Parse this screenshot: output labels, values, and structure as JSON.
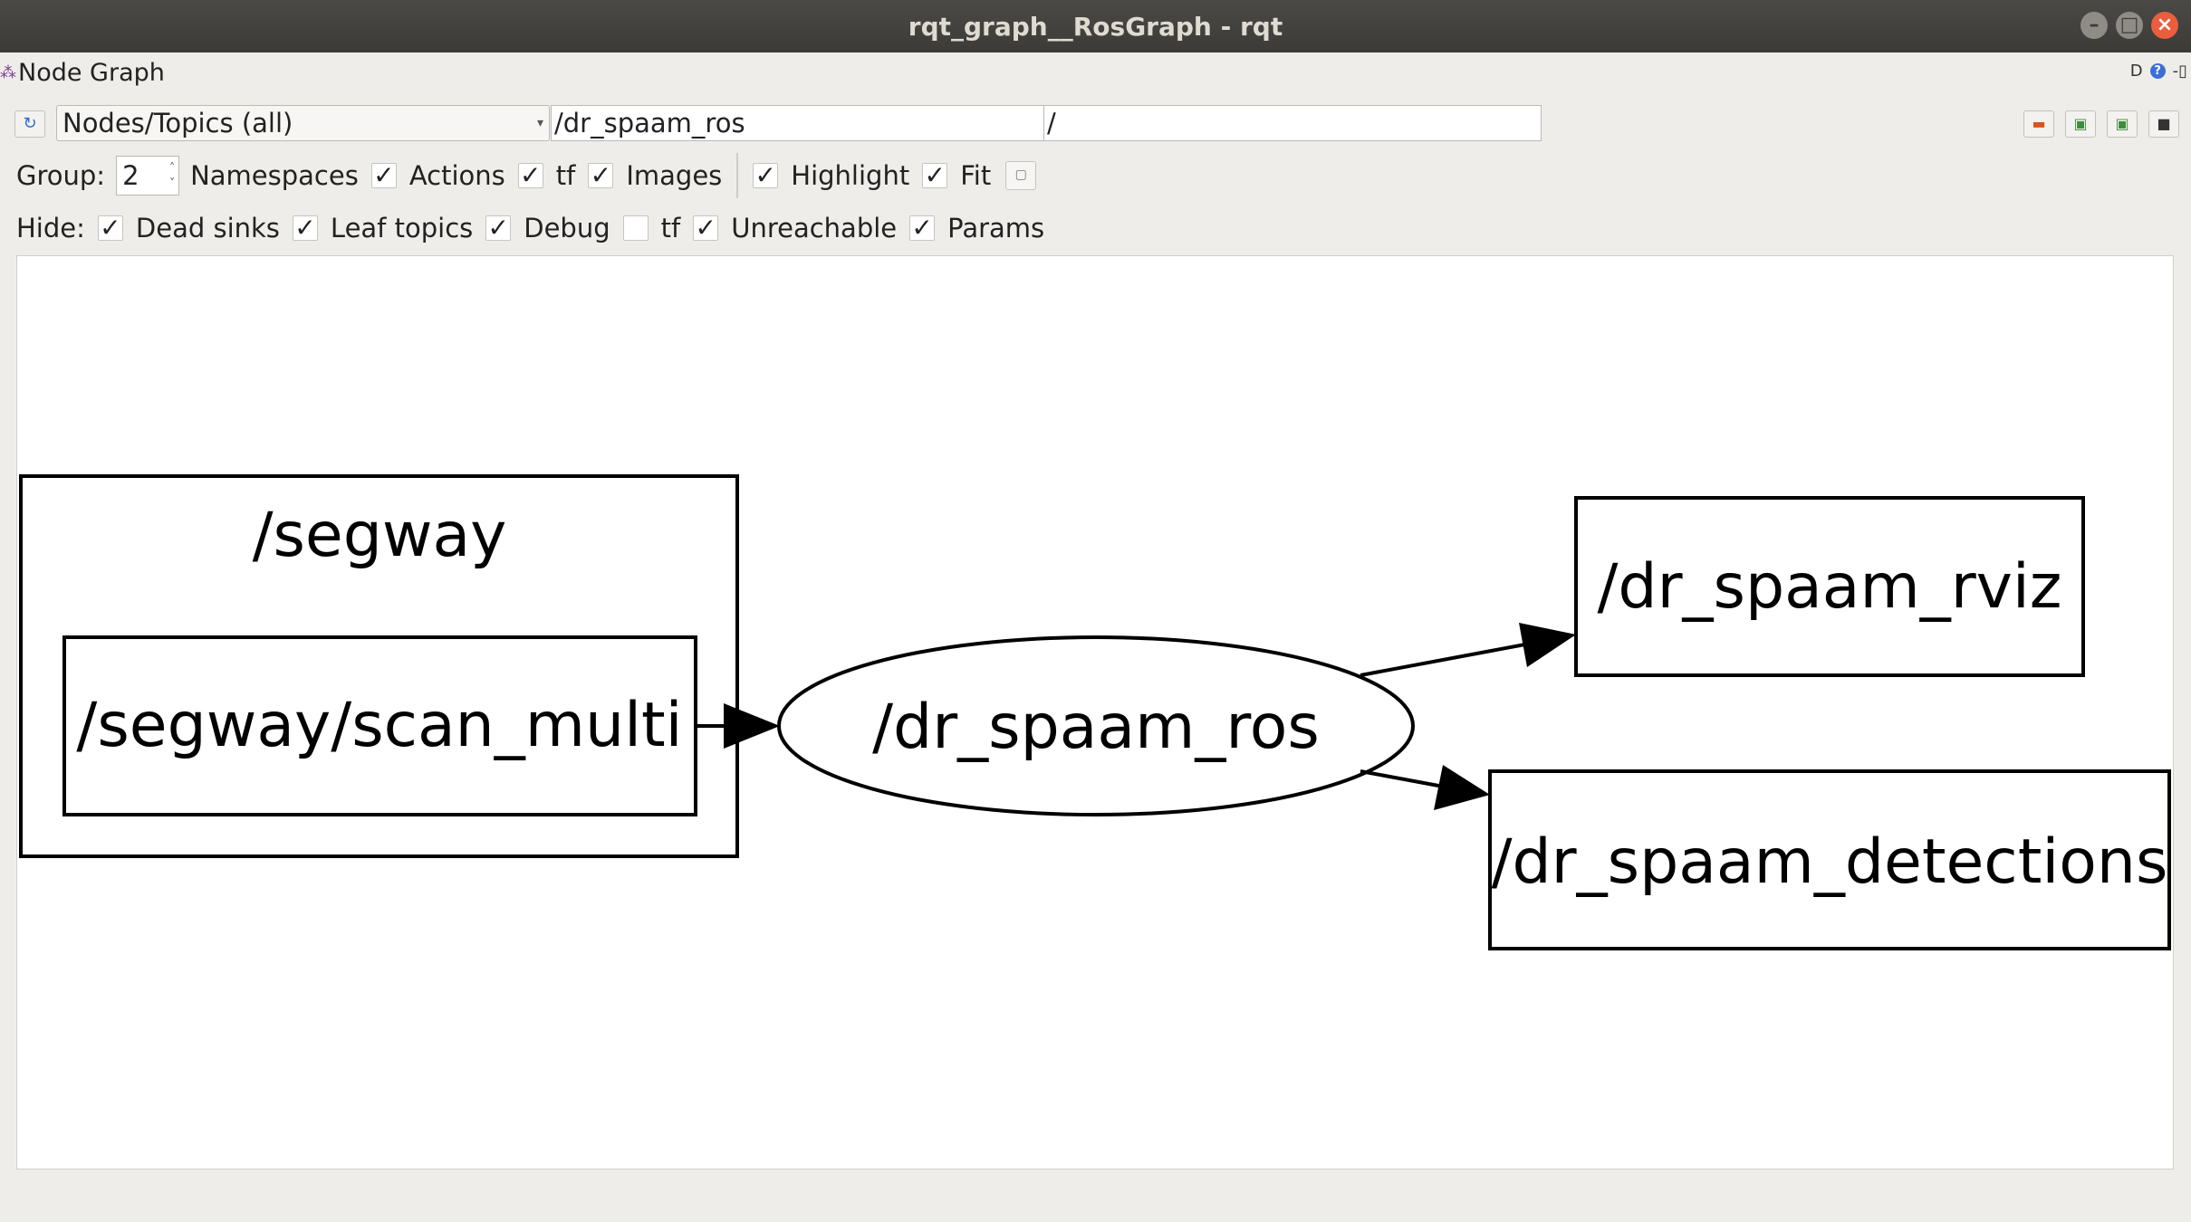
{
  "window": {
    "title": "rqt_graph__RosGraph - rqt"
  },
  "plugin": {
    "title": "Node Graph",
    "help_glyph": "?",
    "dock_glyph": "D",
    "close_glyph": "-▯"
  },
  "toolbar": {
    "mode": "Nodes/Topics (all)",
    "node_filter": "/dr_spaam_ros",
    "topic_filter": "/"
  },
  "group_row": {
    "group_label": "Group:",
    "group_value": "2",
    "namespaces_label": "Namespaces",
    "actions_label": "Actions",
    "tf_label": "tf",
    "images_label": "Images",
    "highlight_label": "Highlight",
    "fit_label": "Fit",
    "namespaces_checked": true,
    "actions_checked": true,
    "tf_checked": true,
    "images_checked": true,
    "highlight_checked": true,
    "fit_checked": true
  },
  "hide_row": {
    "hide_label": "Hide:",
    "dead_sinks_label": "Dead sinks",
    "leaf_topics_label": "Leaf topics",
    "debug_label": "Debug",
    "tf_label": "tf",
    "unreachable_label": "Unreachable",
    "params_label": "Params",
    "dead_sinks_checked": true,
    "leaf_topics_checked": true,
    "debug_checked": true,
    "tf_checked": false,
    "unreachable_checked": true,
    "params_checked": true
  },
  "graph": {
    "namespace_box": "/segway",
    "topic_scan": "/segway/scan_multi",
    "node_main": "/dr_spaam_ros",
    "topic_rviz": "/dr_spaam_rviz",
    "topic_detections": "/dr_spaam_detections"
  }
}
